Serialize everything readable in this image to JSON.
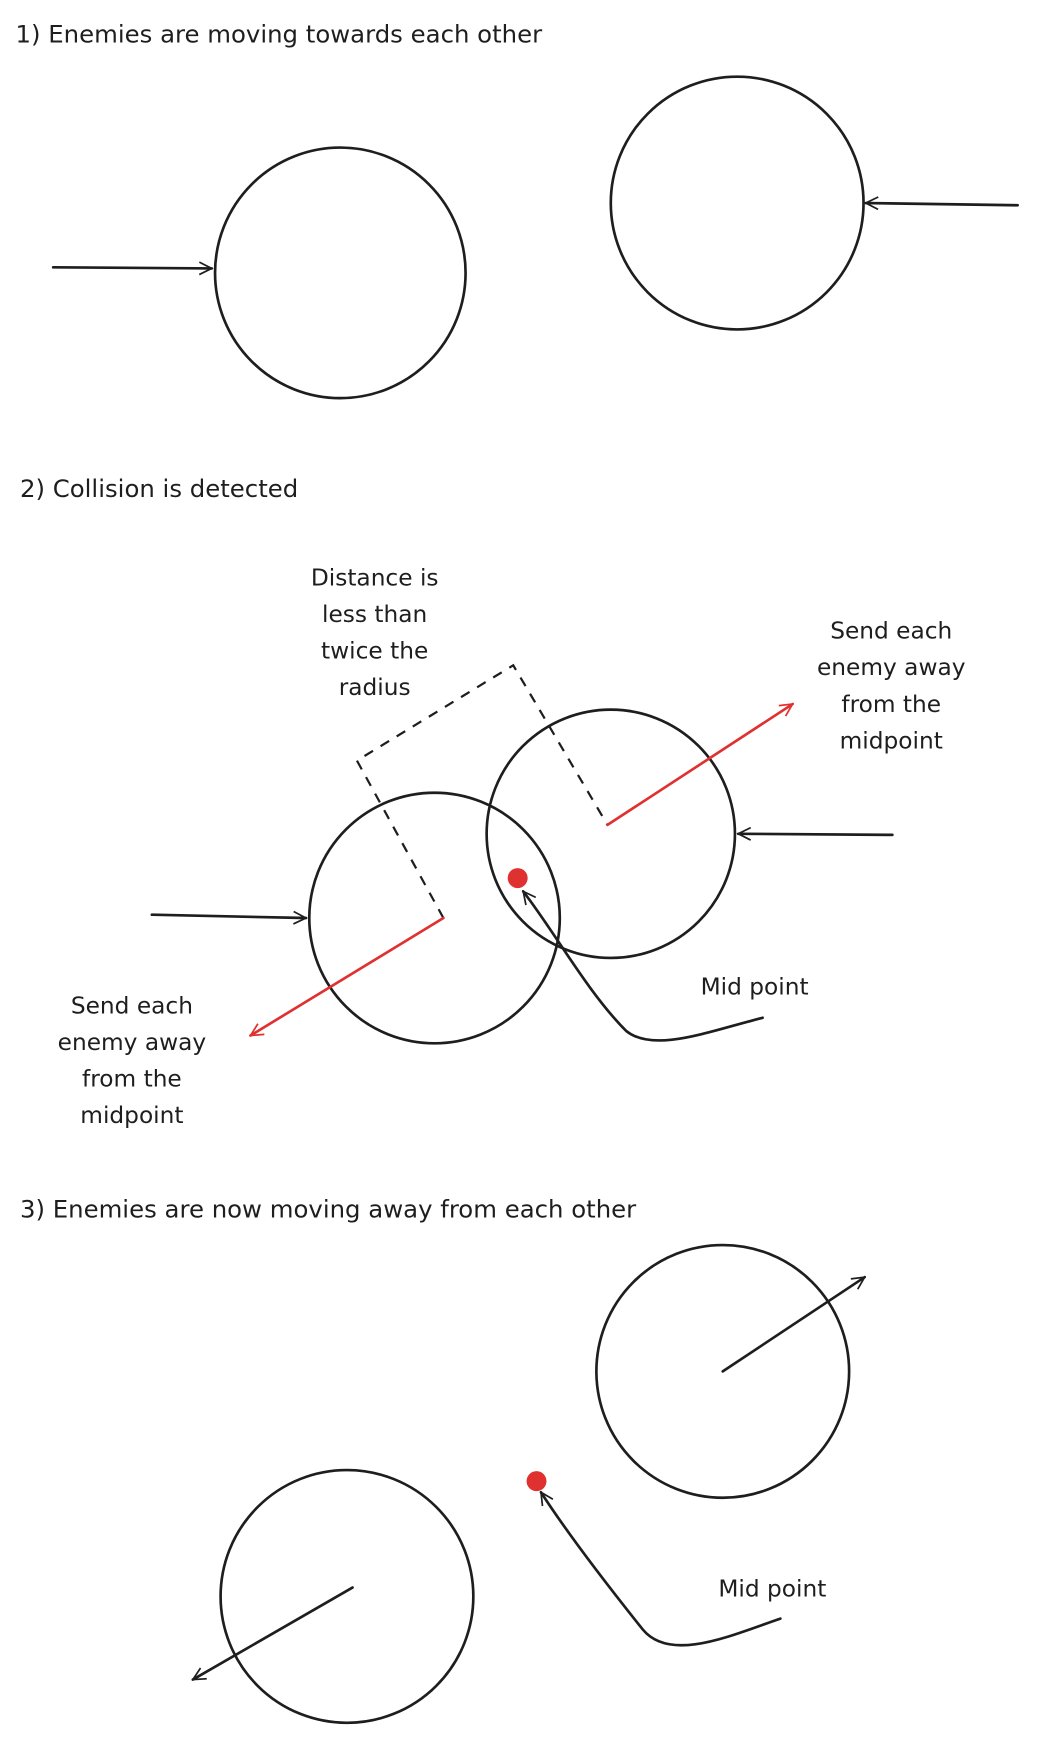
{
  "colors": {
    "ink": "#1e1e1e",
    "accent": "#e03131",
    "background": "#ffffff"
  },
  "step1": {
    "title": "1) Enemies are moving towards each other"
  },
  "step2": {
    "title": "2) Collision is detected",
    "distance_note": [
      "Distance is",
      "less than",
      "twice the",
      "radius"
    ],
    "send_away_right": [
      "Send each",
      "enemy away",
      "from the",
      "midpoint"
    ],
    "send_away_left": [
      "Send each",
      "enemy away",
      "from the",
      "midpoint"
    ],
    "midpoint_label": "Mid point"
  },
  "step3": {
    "title": "3) Enemies are now moving away from each other",
    "midpoint_label": "Mid point"
  }
}
